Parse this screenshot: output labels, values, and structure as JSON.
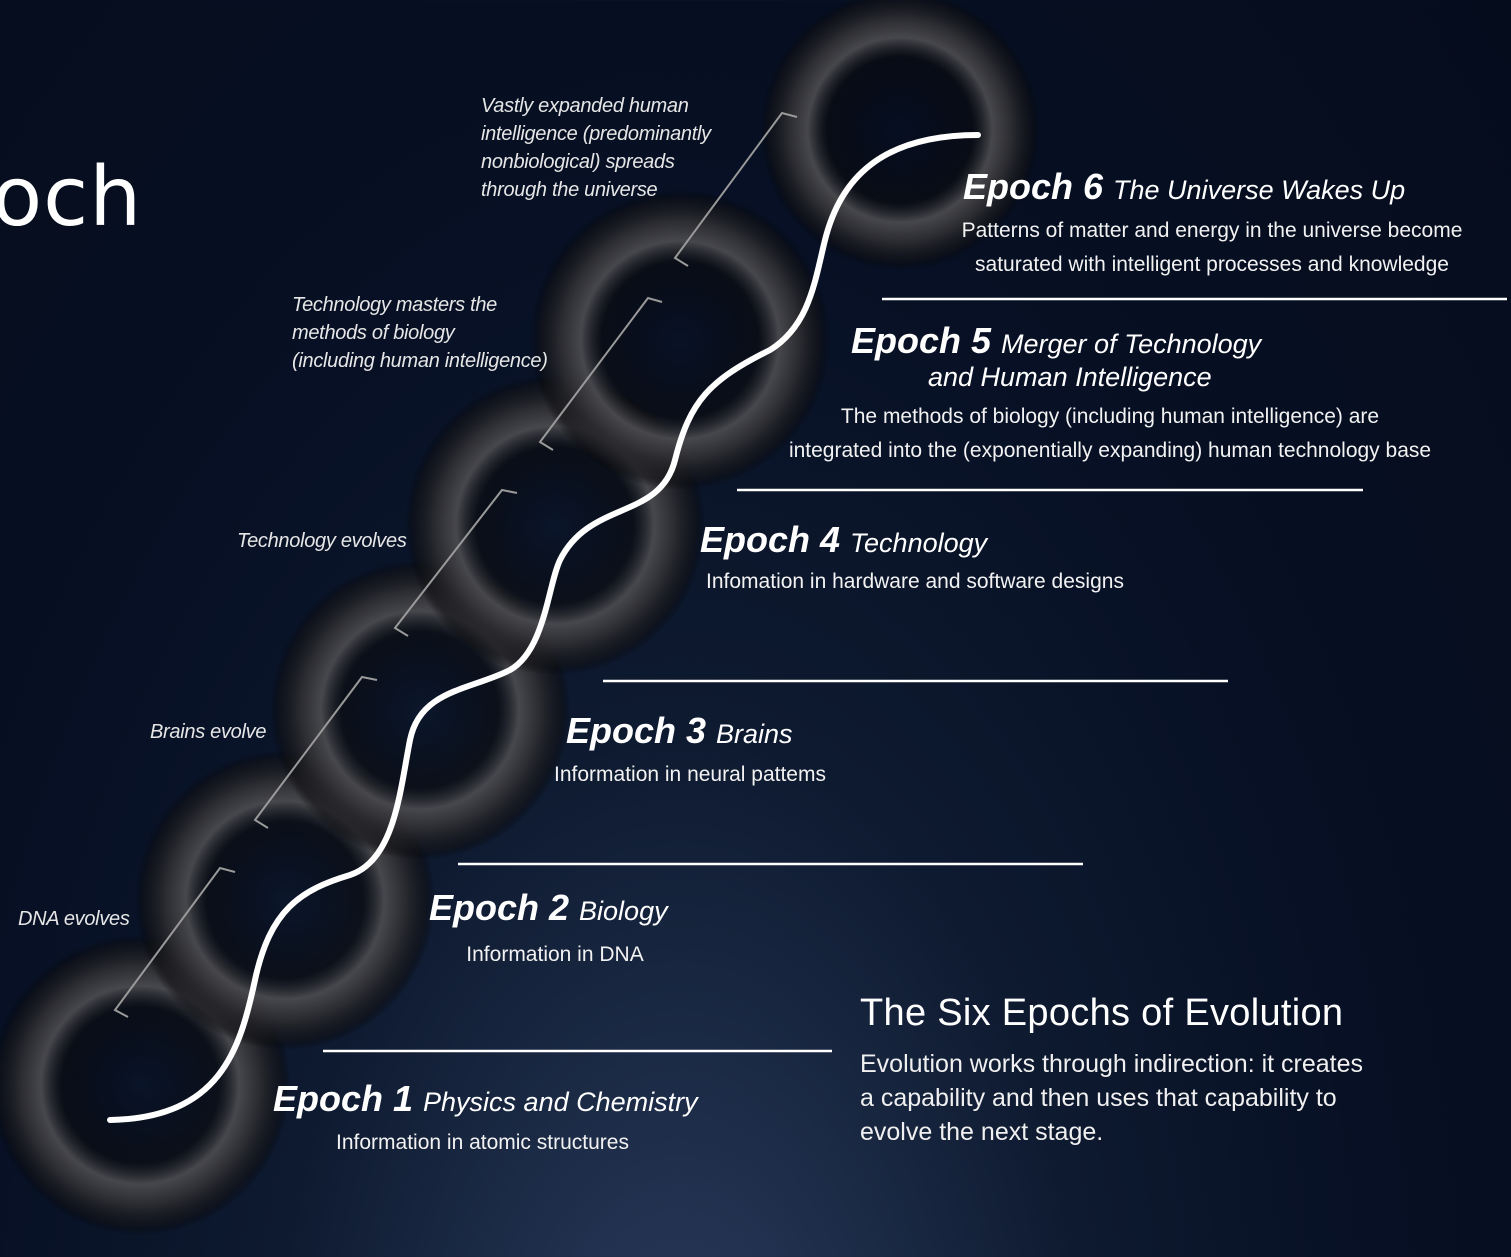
{
  "slide_title_fragment": "och",
  "colors": {
    "background": "#071024",
    "text": "#ffffff",
    "ring": "#3a3a3a",
    "line": "#ffffff"
  },
  "diagram": {
    "title": "The Six Epochs of Evolution",
    "description_lines": [
      "Evolution works through indirection: it creates",
      "a capability and then uses that capability to",
      "evolve the next stage."
    ],
    "epochs": [
      {
        "number": "Epoch 1",
        "title": "Physics and Chemistry",
        "description_lines": [
          "Information in atomic structures"
        ]
      },
      {
        "number": "Epoch 2",
        "title": "Biology",
        "description_lines": [
          "Information in DNA"
        ]
      },
      {
        "number": "Epoch 3",
        "title": "Brains",
        "description_lines": [
          "Information in neural pattems"
        ]
      },
      {
        "number": "Epoch 4",
        "title": "Technology",
        "description_lines": [
          "Infomation in hardware and software designs"
        ]
      },
      {
        "number": "Epoch 5",
        "title": "Merger of  Technology",
        "title_line2": "and Human Intelligence",
        "description_lines": [
          "The methods of biology (including human intelligence) are",
          "integrated into the (exponentially expanding) human technology base"
        ]
      },
      {
        "number": "Epoch 6",
        "title": "The Universe Wakes Up",
        "description_lines": [
          "Patterns of matter and energy in the universe become",
          "saturated with intelligent processes and knowledge"
        ]
      }
    ],
    "transitions": [
      {
        "lines": [
          "DNA evolves"
        ]
      },
      {
        "lines": [
          "Brains evolve"
        ]
      },
      {
        "lines": [
          "Technology evolves"
        ]
      },
      {
        "lines": [
          "Technology masters the",
          "methods of  biology",
          "(including human intelligence)"
        ]
      },
      {
        "lines": [
          "Vastly expanded human",
          "intelligence (predominantly",
          "nonbiological) spreads",
          "through the universe"
        ]
      }
    ]
  }
}
